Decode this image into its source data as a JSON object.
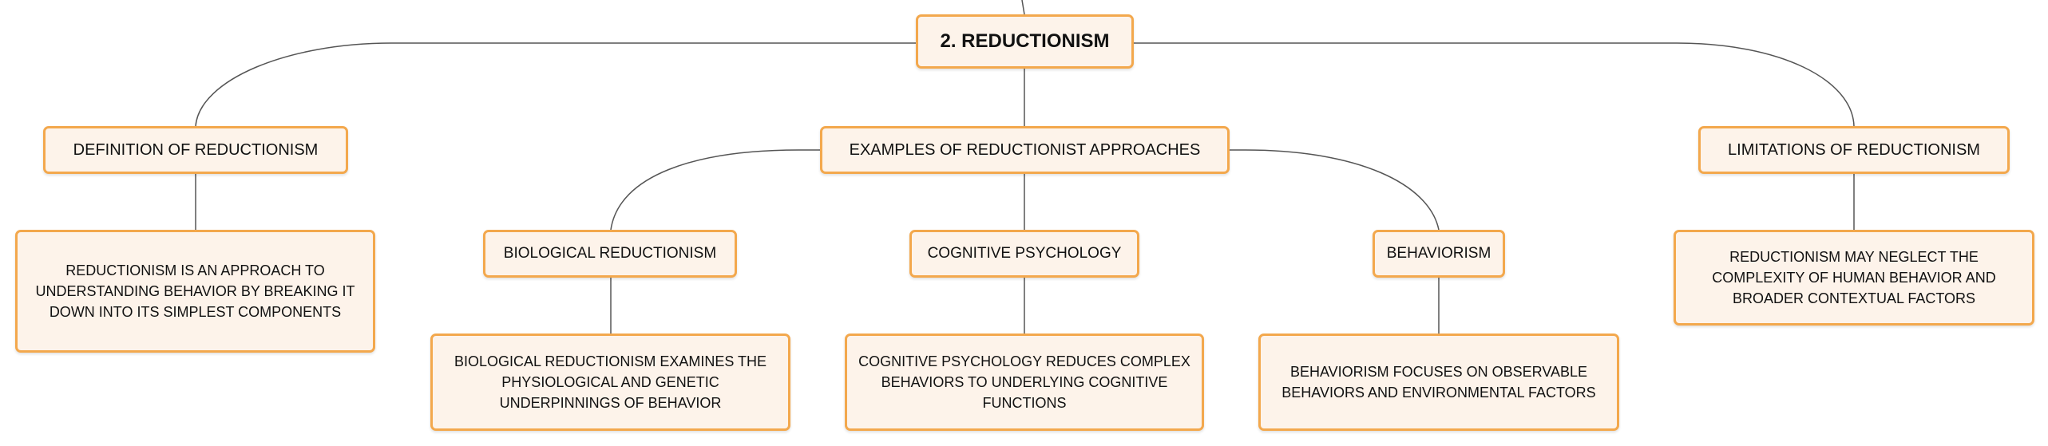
{
  "root": {
    "label": "2. REDUCTIONISM"
  },
  "definition": {
    "label": "DEFINITION OF REDUCTIONISM",
    "detail": "REDUCTIONISM IS AN APPROACH TO UNDERSTANDING BEHAVIOR BY BREAKING IT DOWN INTO ITS SIMPLEST COMPONENTS"
  },
  "examples": {
    "label": "EXAMPLES OF REDUCTIONIST APPROACHES",
    "biological": {
      "label": "BIOLOGICAL REDUCTIONISM",
      "detail": "BIOLOGICAL REDUCTIONISM EXAMINES THE PHYSIOLOGICAL AND GENETIC UNDERPINNINGS OF BEHAVIOR"
    },
    "cognitive": {
      "label": "COGNITIVE PSYCHOLOGY",
      "detail": "COGNITIVE PSYCHOLOGY REDUCES COMPLEX BEHAVIORS TO UNDERLYING COGNITIVE FUNCTIONS"
    },
    "behaviorism": {
      "label": "BEHAVIORISM",
      "detail": "BEHAVIORISM FOCUSES ON OBSERVABLE BEHAVIORS AND ENVIRONMENTAL FACTORS"
    }
  },
  "limitations": {
    "label": "LIMITATIONS OF REDUCTIONISM",
    "detail": "REDUCTIONISM MAY NEGLECT THE COMPLEXITY OF HUMAN BEHAVIOR AND BROADER CONTEXTUAL FACTORS"
  },
  "colors": {
    "border": "#f3a84d",
    "fill": "#fdf3ea",
    "line": "#555555"
  }
}
